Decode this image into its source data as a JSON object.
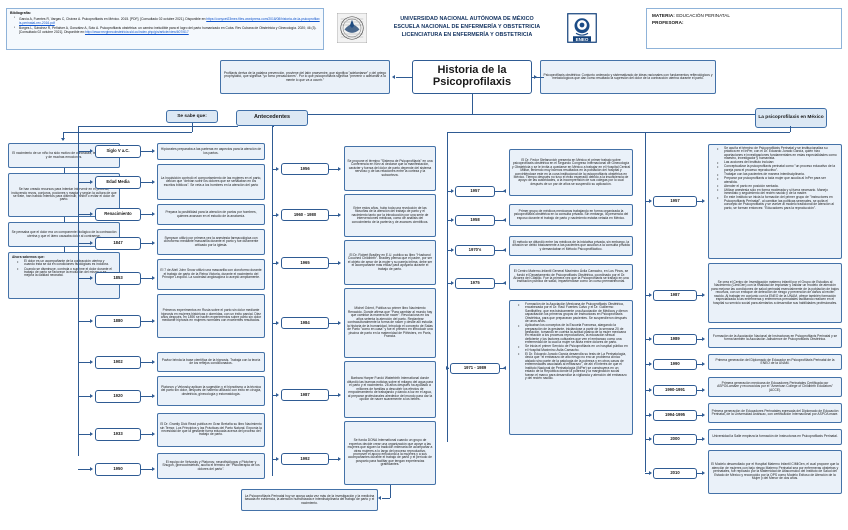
{
  "header": {
    "biblio_title": "Bibliografía:",
    "biblio_items": [
      {
        "text": "García A, Fuentes R, Vargas C, Chávez A. Psicoprofilaxis en México. 2015. [PDF]. [Consultado 02 octubre 2021]. Disponible en:",
        "link": "https://conycet23mex.files.wordpress.com/2018/08/historia-de-la-psicoprofilaxis-perinatal-rev-2016.pdf"
      },
      {
        "text": "Borges L, Sánchez R, Peñalver A, González A, Soto A. Psicoprofilaxis obstétrica: un camino ineludible para el logro del parto humanizado en Cuba. Rev Cubana de Obstetricia y Ginecología. 2020; 46 (3). [Consultado 02 octubre 2021]. Disponible en:",
        "link": "http://www.revginecobstetricia.sld.cu/index.php/gin/article/view/607/617"
      }
    ],
    "university_line1": "UNIVERSIDAD NACIONAL AUTÓNOMA DE MÉXICO",
    "university_line2": "ESCUELA NACIONAL DE ENFERMERÍA Y OBSTETRICIA",
    "university_line3": "LICENCIATURA EN ENFERMERÍA Y OBSTETRICIA",
    "seal_left_name": "unam-seal-icon",
    "seal_right_name": "eneo-seal-icon",
    "eneo_acronym": "ENEO",
    "materia_key": "MATERIA:",
    "materia_value": "EDUCACIÓN PERINATAL",
    "profesora_key": "PROFESORA:",
    "profesora_value": ""
  },
  "title": "Historia de la Psicoprofilaxis",
  "definition_left": "Profilaxis deriva de la palabra prevención, proviene del latín praevenire, que significa \"adelantarse\" y del griego prophyláktó, que significa \"yo tomo precauciones\". Por lo que psicoprofilaxis significa \"prevenir o adelantar a la mente lo que va a ocurrir.\"",
  "definition_right": "Psicoprofilaxis obstétrica: Conjunto ordenado y sistematizado de ideas racionales con fundamentos reflexológicos y metodológicos que dan como resultado la supresión del dolor de la contracción uterina durante el parto.",
  "branches": {
    "antecedentes": "Antecedentes",
    "se_sabe_que": "Se sabe que:",
    "mexico": "La psicoprofilaxis en México"
  },
  "se_sabe_que_items": [
    "El nacimiento de un niño ha sido motivo de curiosidad, temor, asombro y de muchas emociones.",
    "Se han creado recursos para intentar intervenir en el proceso, incluyendo rezos, conjuros, pociones y magia, y según la cultura de que se trate, han habido intentos para disminuir, inhibir o evitar el dolor de parto.",
    "Se pensaba que el dolor era un componente biológico de la contracción uterina y que el útero causaba dolor al contraerse."
  ],
  "ahora_sabemos": {
    "title": "Ahora sabemos que:",
    "items": [
      "El dolor es un acompañante de la contracción uterina y cuando ésta se dá en condiciones fisiológicas es indolora.",
      "Cuando se disminuye, controla o suprime el dolor durante el trabajo de parto se favorece la evolución del mismo y se mejora la calidad neonatal."
    ]
  },
  "antecedentes_timeline": [
    {
      "year": "Siglo V a.C.",
      "text": "Hipócrates preparaba a las parteras en aspectos para la atención de los partos."
    },
    {
      "year": "Edad Media",
      "text": "La Inquisición controló el comportamiento de las mujeres en el parto, decían que \"debían sufrir los dolores que se señalaban en los escritos bíblicos\". Se veta a los hombres en la atención del parto"
    },
    {
      "year": "Renacimiento",
      "text": "Prepara la posibilidad para la atención de partos por hombres, quienes avanzan en el estudio de la anatomía."
    },
    {
      "year": "1847",
      "text": "Sympson utilizó por primera vez la anestesia farmacológica con cloroformo mediante mascarilla durante el parto y fue duramente criticado por la iglesia."
    },
    {
      "year": "1853",
      "text": "El 7 de Abril John Snow utilizó una mascarilla con cloroformo durante el trabajo de parto de la Reina Victoria, durante el nacimiento del Príncipe Leopold. La sociedad anglosajona lo aceptó ampliamente."
    },
    {
      "year": "1880",
      "text": "Primeros experimentos en Rusia sobre el parto sin dolor mediante hipnosis en mujeres históricas y dormidas, con un éxito parcial. Diez años después, en 1890 se hacen experimentos sobre parto sin dolor mediante hipnosis en mujeres normales con excelentes resultados."
    },
    {
      "year": "1902",
      "text": "Pavlov brinda la base científica de la hipnosis. Trabaja con la teoría de los reflejos condicionados."
    },
    {
      "year": "1920",
      "text": "Platonov y Velvosky aplican la sugestión y el hipnotismo a la técnica del parto sin dolor, después de haberla utilizado con éxito en cirugía, obstetricia, ginecología y estomatología."
    },
    {
      "year": "1933",
      "text": "El Dr. Grantly Dick Read publica en Gran Bretaña su libro Nacimiento sin Temor, Los Principios y las Prácticas del Parto Natural. Exponía la necesidad de que la gestante fuera educada acerca del proceso del trabajo de parto."
    },
    {
      "year": "1950",
      "text": "El equipo de Velvosky y Platonov, neurofisiólogos y Plotcher y Shugon, ginecoobstetras, acuña el término de \"Psicoterapia de los dolores del parto\"."
    }
  ],
  "antecedentes_timeline_right": [
    {
      "year": "1956",
      "text": "Se propone el término \"Sistema de Psicoprofilaxis\" en una Conferencia en Kiev al declarar que la manifestación, carácter y fuerza del dolor de parto depende del sistema nervioso y de las relaciones entre la corteza y la subcorteza."
    },
    {
      "year": "1960 - 1980",
      "text": "Entre estos años, hubo toda una revolución de las filosofías de la atención del trabajo de parto y el nacimiento tanto por la introducción por una serie de intervenciones médicas, como de análisis del conocimiento de la partería y de avances científicos."
    },
    {
      "year": "1965",
      "text": "El Dr. Robert Bradley en E.U. publico su libro \"Husband Couched Childbirth\". Bradley piensa que el padre, por ser el objeto de amor de la mujer y su pareja íntima, debe ser el acompañante más eficaz para apoyarla durante el trabajo de parto."
    },
    {
      "year": "1984",
      "text": "Michel Odent, Publica su primer libro Nacimiento Renacido. Donde afirma que \"Para cambiar al mundo hay que cambiar la manera de nacer\". Revoluciona en los años setenta la atención del parto. Replantear contraculturalmente la forma de nacer y desde allí estudia la historia de la humanidad. Introdujo el concepto de Salas de Parto \"como en casa\" y fue el primero en introducir una piscina de parto en la maternidad de Pithiviers, en París, Francia."
    },
    {
      "year": "1987",
      "text": "Barbara Harper Fundó Waterbirth International donde difundió las buenas noticias sobre el milagro del agua para el parto y el nacimiento. 28 años después ha ayudado a millones de familias a descubrir los efectos de empoderamiento de trabajando y dando a luz en el agua, al preparar profesionales alrededor del mundo para dar la opción de nacer suavemente a los bebés."
    },
    {
      "year": "1992",
      "text": "Se funda DONA International cuando un grupo de expertos decide crear una organización que apoye a las mujeres que siguen la tradición milenaria de acompañar a otras mujeres a lo largo del proceso reproductivo, promover el apoyo emocional a la mujeres y a sus acompañantes durante el trabajo de parto y el período de posparto para facilitar que tengan experiencias gratificantes."
    }
  ],
  "closing_statement": "La Psicoprofilaxis Perinatal hoy se apoya cada vez más de la investigación y la medicina basada en evidencia, la atención humanizada e interdisciplinaria del trabajo de parto y el nacimiento.",
  "mexico_timeline": [
    {
      "year": "1957",
      "text": "El Dr. Fedor Stefanovich presenta en México el primer trabajo sobre psicoprofilaxis obstétrica en el Segundo Congreso Internacional de Ginecología y Obstetricia y se le invita a quedarse en México a trabajar en el Hospital Central Militar, teniendo muy buenos resultados en la población del hospital y convirtiéndose este en la cuna institucional de la psicoprofilaxis obstétrica en México. Tiempo después no tuvo el éxito esperado debido a la insuficiencia de apoyo de las autoridades, a la incomprensión de sus colegas por lo cual después de un par de años se suspendió su aplicación."
    },
    {
      "year": "1958",
      "text": "Primer grupo de médicos mexicanos trabajando en forma organizada la psicoprofilaxis obstétrica en la consulta privada. Sin embargo, la presencia del esposo durante el trabajo de parto y nacimiento estaba vetada en México."
    },
    {
      "year": "1970's",
      "text": "El método se difundió entre los médicos de la iniciativa privada, sin embargo, la difusión se debió básicamente a las pacientes que acudían a la consulta privada y demandaban el Método Psicoprofiláctico."
    },
    {
      "year": "1975",
      "text": "El Centro Materno-Infantil General Maximino Ávila Camacho, en Los Pinos, se fundó el Departamento de Psicoprofilaxis Obstétrica, coordinado por el Dr. Álvarez del Castillo. Fue la primera vez que la Psicoprofilaxis se trabajó en una institución pública de salud, impartiéndose como un curso prematrimonial."
    }
  ],
  "mexico_1971_1989": {
    "year": "1971 - 1989",
    "items": [
      "Formación de la Asociación Mexicana de Psicoprofilaxis Obstétrica, encabezada por el Dr. Raúl Fuentes Calvo y el Dr. Guillermo Santibáñez, que era básicamente una Asociación de Médicos y dieron capacitación los primeros grupos de Instructoras en Psicoprofilaxis Obstétrica, para que prepararan pacientes. Se suspendieron después de unos años.",
      "Aplicaban los conceptos de la Escuela Francesa, alargando la preparación de la gestante, iniciándose a partir de la semana 20 de gestación, tomando en cuenta la actitud pasiva de la mujer mexicana en relación a los procesos reproductivos, la educación sexual deficiente y los factores culturales que ven el embarazo como una enfermedad de la cual la mujer se alivia entre dolores de parto.",
      "Se inicia el primer Servicio de Psicoprofilaxis en un hospital público en el Hospital Maximino Ávila Camacho.",
      "El Dr. Eduardo Jurado García desarrolla su tesis de La Perinatología, decía que \"el embarazo de alto riesgo no era un problema clínico aislado sino parte de la patología de la pobreza y en otros casos de enfermedades asociadas al embarazo\", de ahí el interés de que el Instituto Nacional de Perinatología (INPer) se construyera en un estado de la República donde la pobreza y la marginación social fueran el marco para desarrollar la vigilancia y atención del embarazo y del recién nacido."
    ]
  },
  "mexico_right_timeline": [
    {
      "year": "1957",
      "bullets": [
        "Se acuña el término de Psicoprofiláxis Perinatal y se institucionaliza su práctica en el InPer, con el Dr. Eduardo Jurado García, quién hizo aportaciones e investigaciones fundamentales en estas especialidades como maestro, investigador y humanista.",
        "Las acciones del Instituto incluían:",
        "Conceptualizar la psicoprofilaxis perinatal como \"un proceso educativo de la pareja para el proceso reproductivo\".",
        "Trabajar con las pacientes de manera interdisciplinaria.",
        "Preparar por psicoprofilaxis a toda mujer que acudía al InPer para ser atendida.",
        "Atender el parto en posición sentada.",
        "Utilizar anestesia sólo en forma moderada y si fuera necesario. Manejo inmediato y seguimiento del recién nacido y de la madre.",
        "En este Instituto se inicia la formación del primer grupo de \"Instructores en Psicoprofilaxis Perinatal\", al cambiar las políticas sexenales, se quita el concepto de Psicoprofilaxis y se vuelve al modelo tradicional de atención al parto, se forman entonces: \"Educadores para la reproducción\"."
      ]
    },
    {
      "year": "1987",
      "text": "Se crea el Centro de Investigación materno infantil por el Grupo de Estudios al Nacimiento (CimiGen) con la finalidad de implantar y validar un modelo de atención para mejorar las condiciones de salud perinatal esencialmente de la población de bajos recursos, con un enfoque de detección de riesgo y prevención de daños al recién nacido. Al trabajar en conjunto con la ENEO de la UNAM, ofrece también formación especializada a las enfermeras y enfermeros prenatales facilitando realicen en el hospital su servicio social para alentarlos a desarrollar sus habilidades profesionales."
    },
    {
      "year": "1989",
      "text": "Formación de la Asociación Nacional de Instructoras en Psicoprofilaxis Perinatal y se forma también la Asociación Jaliscience de Psicoprofilaxis Obstétrica."
    },
    {
      "year": "1990",
      "text": "Primera generación del Diplomado de Educador en Psicoprofiláxis Perinatal de la ENEO de la UNAM."
    },
    {
      "year": "1990-1991",
      "text": "Primera generación mexicana de Educadores Perinatales Certificada por ASPO/Lamaze y reconocidos por el \"American College of Childbirth Educators\" (ACCE)."
    },
    {
      "year": "1994-1995",
      "text": "Primera generación de Educadores Perinatales egresada del Diplomado de Educación Perinatal, de la Universidad Anáhuac, con certificación Internacional por ASPO/Lmaze."
    },
    {
      "year": "2000",
      "text": "Universidad la Salle empieza la formación de Instructoras en Psicoprofilaxis Perinatal."
    },
    {
      "year": "2010",
      "text": "El Modelo desarrollado por el Hospital Materno Infantil CIMIGen, el cual propone que la atención de mujeres con bajo riesgo Materno Perinatal sea por enfermeras obstetras y perinatales, fue replicado por la Maternidad de Atlacomulco del Instituto de Salud del Estado de México y reconocido por la OPS como Modelo Exitoso de Atención de la Mujer y del Menor de dos años."
    }
  ],
  "colors": {
    "box_fill": "#eaf1f9",
    "box_border": "#4472a8",
    "header_fill": "#dce8f4",
    "line": "#2f5b93",
    "link": "#1155cc",
    "brand_navy": "#10305e"
  }
}
